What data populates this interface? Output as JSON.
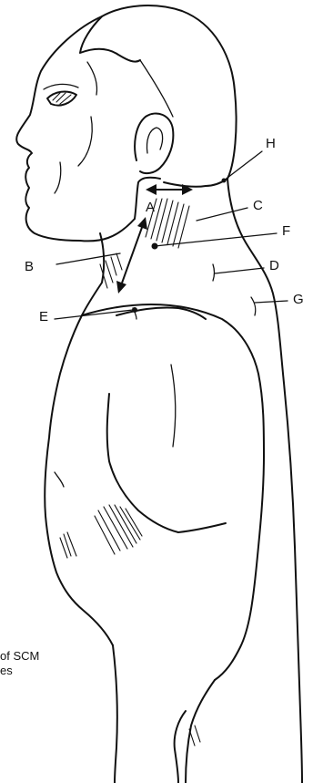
{
  "labels": {
    "a": "A",
    "b": "B",
    "c": "C",
    "d": "D",
    "e": "E",
    "f": "F",
    "g": "G",
    "h": "H"
  },
  "caption": {
    "line1": "of SCM",
    "line2": "es"
  }
}
